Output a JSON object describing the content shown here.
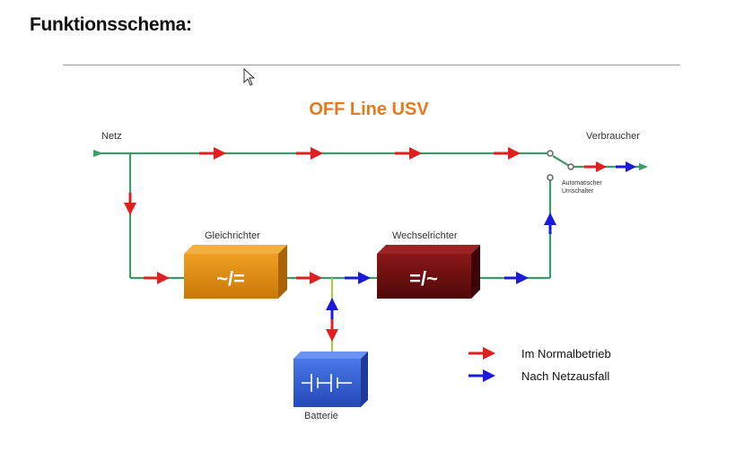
{
  "page": {
    "heading": "Funktionsschema:"
  },
  "diagram": {
    "title": "OFF Line USV",
    "labels": {
      "netz": "Netz",
      "verbraucher": "Verbraucher",
      "switch_line1": "Automatischer",
      "switch_line2": "Umschalter",
      "gleichrichter": "Gleichrichter",
      "wechselrichter": "Wechselrichter",
      "batterie": "Batterie"
    },
    "blocks": {
      "rectifier_symbol": "~/=",
      "inverter_symbol": "=/~"
    },
    "legend": [
      {
        "label": "Im Normalbetrieb",
        "color": "#e02020"
      },
      {
        "label": "Nach Netzausfall",
        "color": "#1a1ad8"
      }
    ],
    "colors": {
      "title": "#e87a1e",
      "wire": "#3f9a6a",
      "normal_arrow": "#e02020",
      "failure_arrow": "#1a1ad8",
      "rectifier": "#d68410",
      "inverter": "#6a0d0d",
      "battery": "#2f5fd0"
    }
  }
}
